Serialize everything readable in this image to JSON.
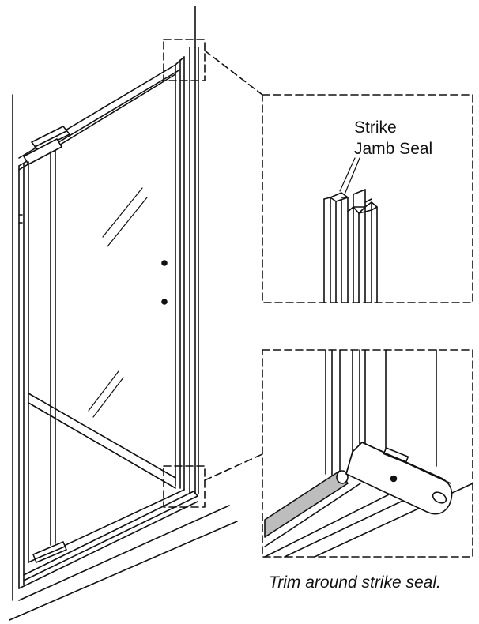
{
  "callout": {
    "line1": "Strike",
    "line2": "Jamb Seal"
  },
  "caption": "Trim around strike seal.",
  "colors": {
    "ink": "#111111",
    "seal_fill": "#bdbdbd",
    "background": "#ffffff"
  }
}
